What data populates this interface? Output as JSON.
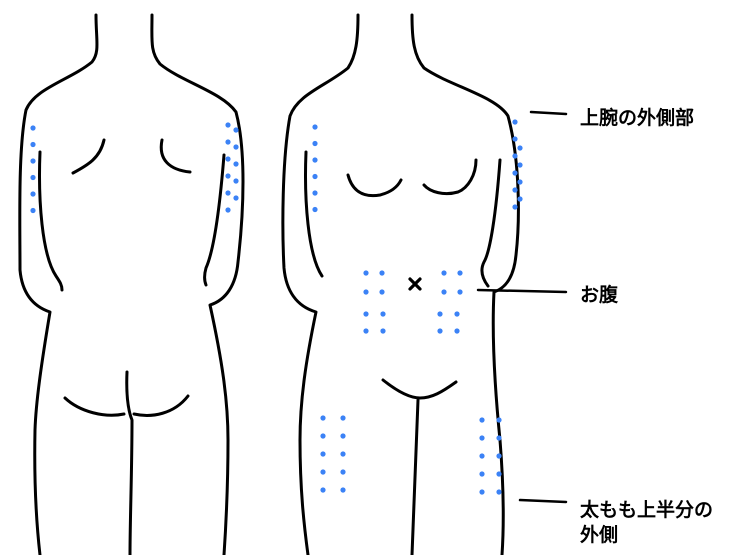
{
  "labels": {
    "upper_arm": "上腕の外側部",
    "abdomen": "お腹",
    "thigh_line1": "太もも上半分の",
    "thigh_line2": "外側"
  },
  "colors": {
    "outline": "#000000",
    "dot": "#3b82f6",
    "background": "#ffffff"
  },
  "markers": {
    "navel": "cross-mark"
  }
}
